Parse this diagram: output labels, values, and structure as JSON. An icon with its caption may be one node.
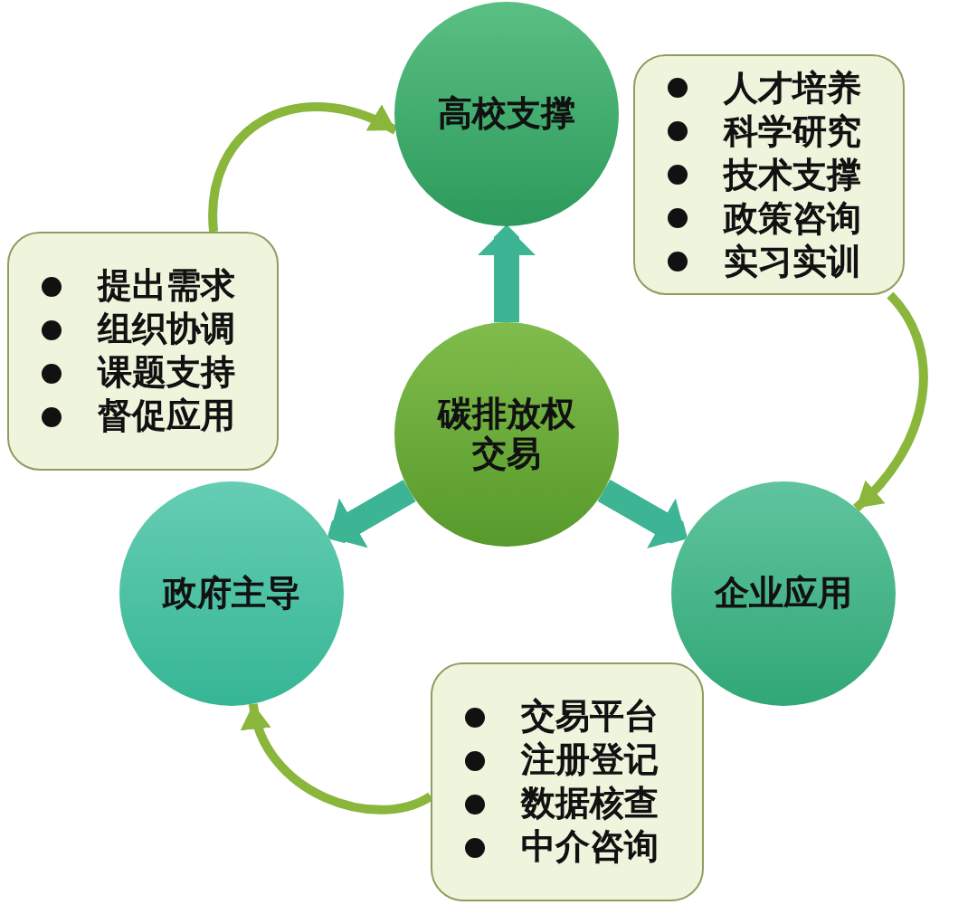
{
  "diagram": {
    "nodes": [
      {
        "text": [
          "高校支撑"
        ]
      },
      {
        "text": [
          "人才培养",
          "科学研究",
          "技术支撑",
          "政策咨询",
          "实习实训"
        ]
      },
      {
        "text": [
          "提出需求",
          "组织协调",
          "课题支持",
          "督促应用"
        ]
      },
      {
        "text": [
          "碳排放权交易"
        ]
      },
      {
        "text": [
          "政府主导"
        ]
      },
      {
        "text": [
          "企业应用"
        ]
      },
      {
        "text": [
          "交易平台",
          "注册登记",
          "数据核查",
          "中介咨询"
        ]
      }
    ],
    "edges": [
      {
        "from": 2,
        "to": 0,
        "arrow": "to"
      },
      {
        "from": 1,
        "to": 5,
        "arrow": "to"
      },
      {
        "from": 6,
        "to": 4,
        "arrow": "to"
      },
      {
        "from": 3,
        "to": 0,
        "arrow": "to",
        "style": "thick",
        "color": "#3db594"
      },
      {
        "from": 3,
        "to": 4,
        "arrow": "to",
        "style": "thick",
        "color": "#3db594"
      },
      {
        "from": 3,
        "to": 5,
        "arrow": "to",
        "style": "thick",
        "color": "#3db594"
      }
    ]
  }
}
